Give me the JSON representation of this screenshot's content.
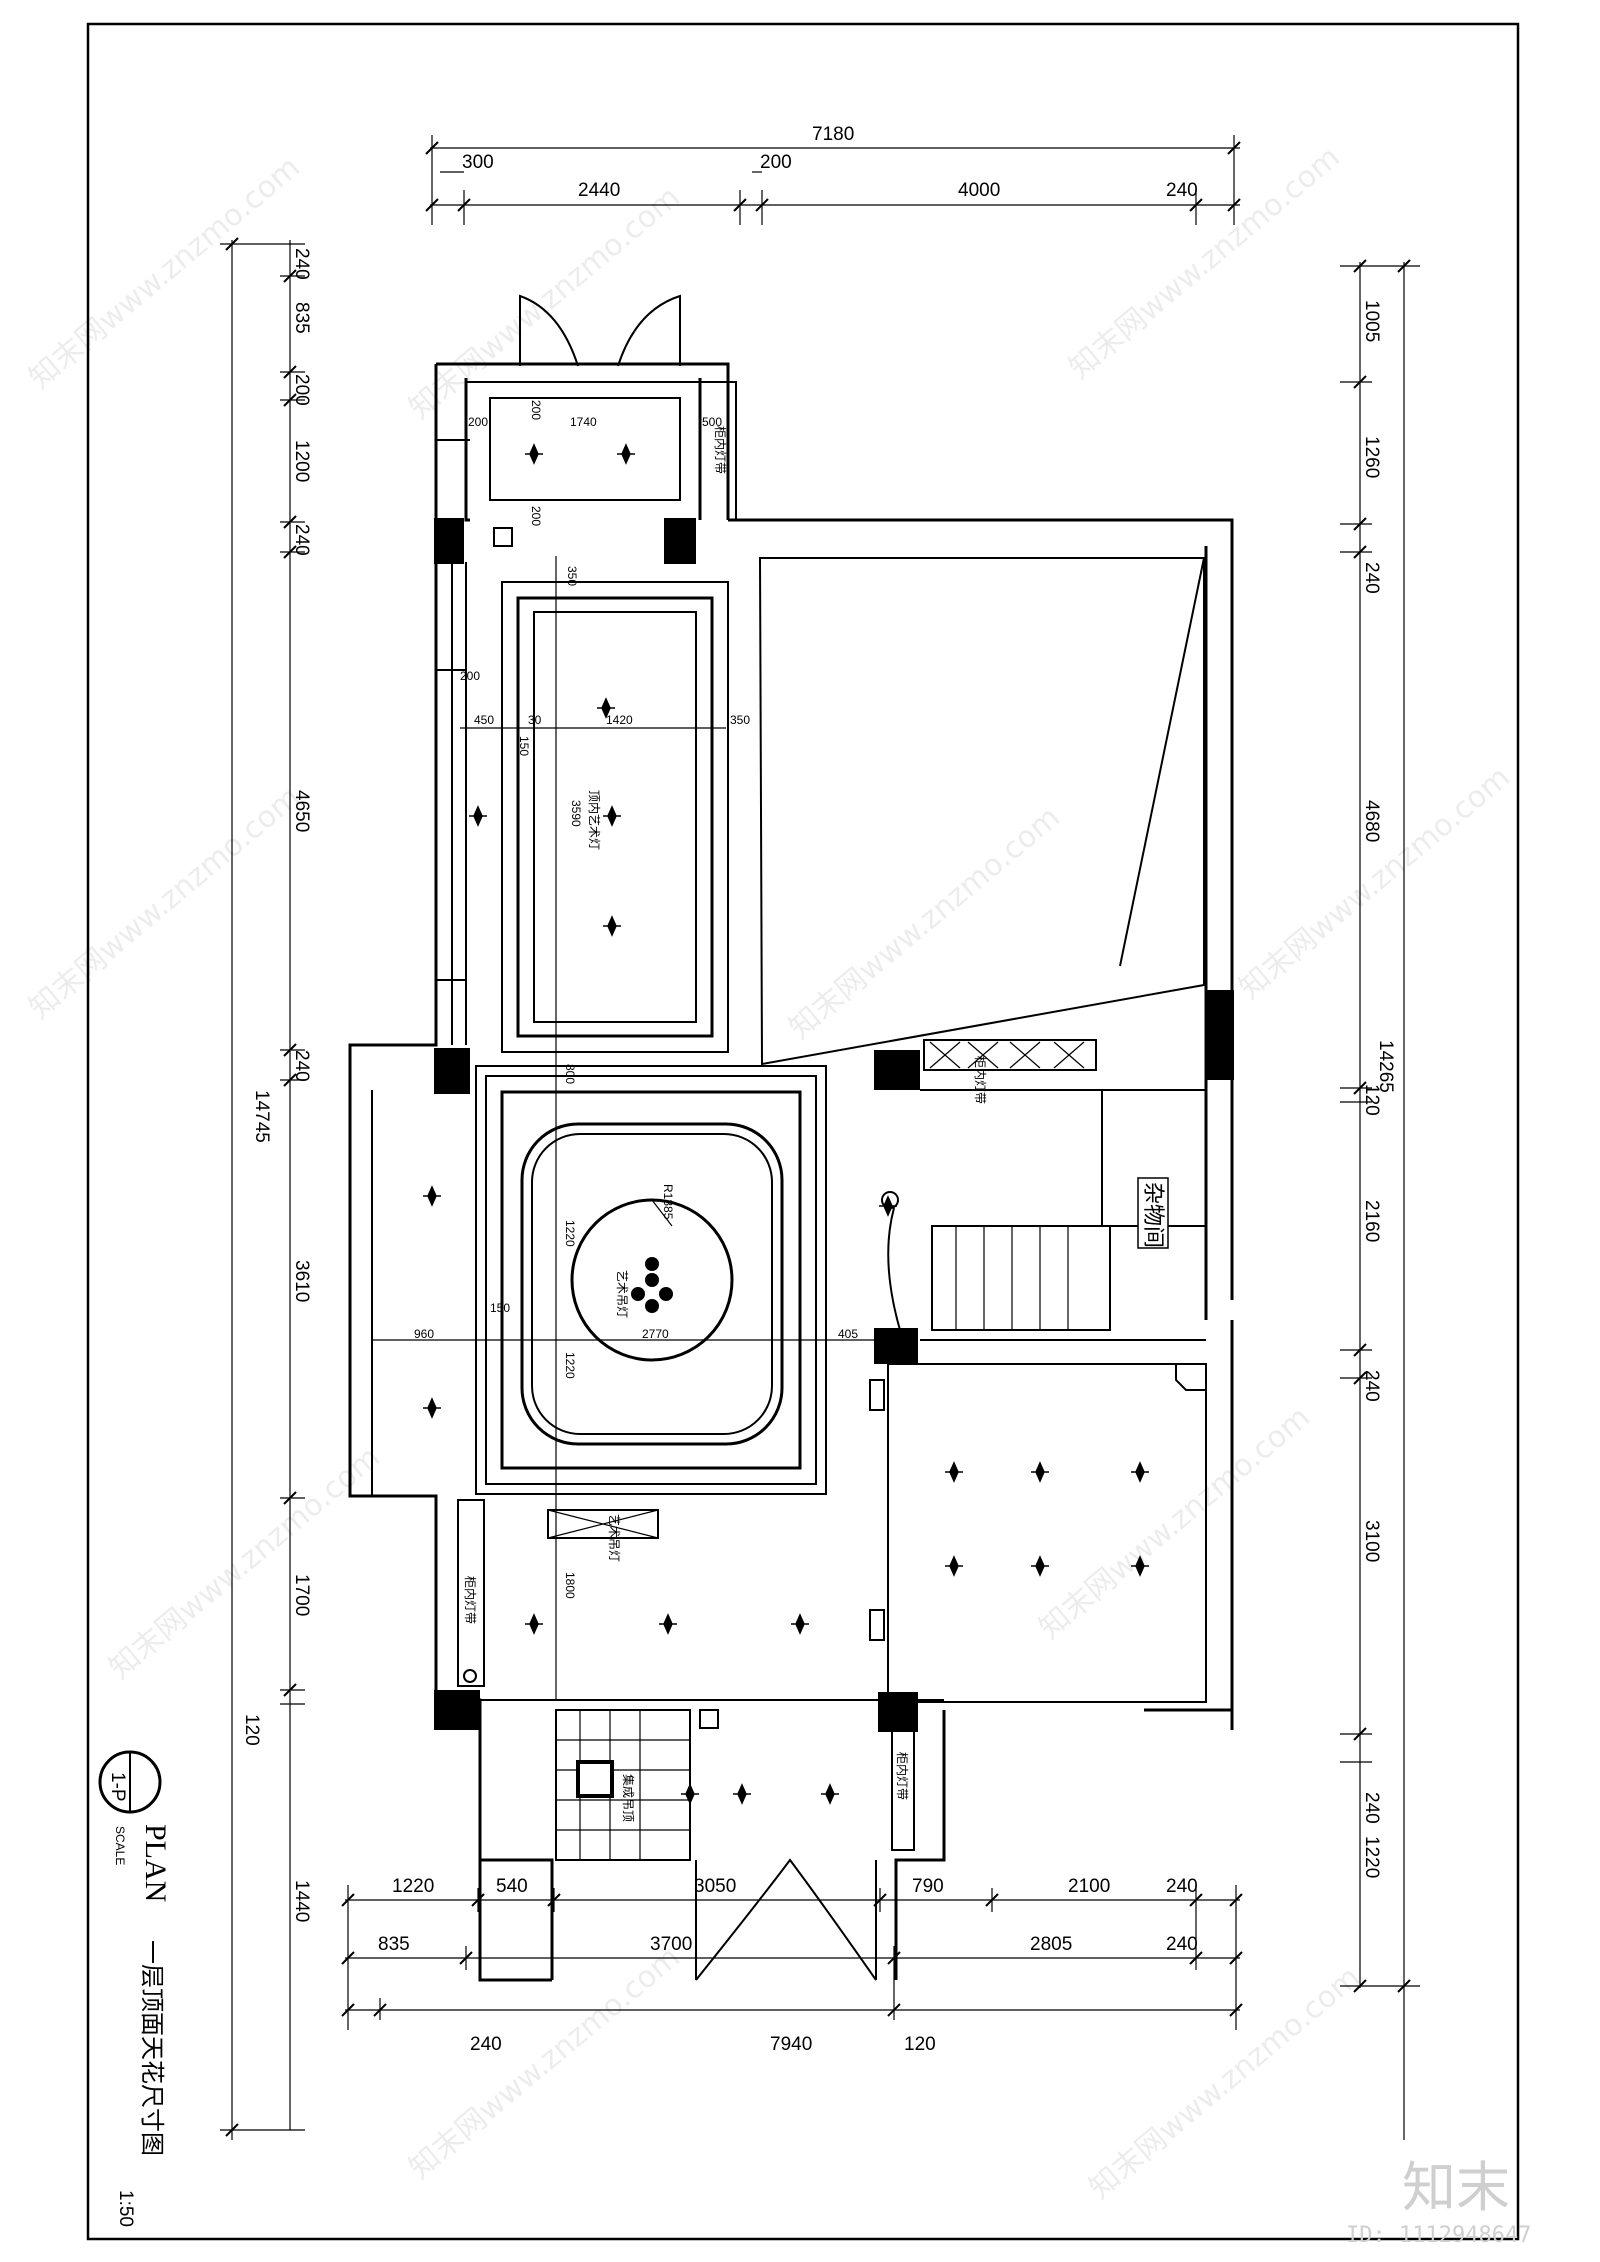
{
  "drawing": {
    "title_cn": "一层顶面天花尺寸图",
    "plan_label": "PLAN",
    "scale_label": "SCALE",
    "scale_value": "1:50",
    "sheet_tag": "1-P"
  },
  "top_dims": {
    "overall": "7180",
    "row": [
      "300",
      "2440",
      "200",
      "4000",
      "240"
    ]
  },
  "bottom_dims": {
    "row1": [
      "1220",
      "540",
      "3050",
      "790",
      "2100",
      "240"
    ],
    "row2": [
      "835",
      "3700",
      "2805",
      "240"
    ],
    "row3": [
      "240",
      "7940",
      "120"
    ]
  },
  "left_dims": {
    "overall": "14745",
    "row": [
      "240",
      "835",
      "200",
      "1200",
      "240",
      "4650",
      "240",
      "3610",
      "1700",
      "120",
      "1440"
    ]
  },
  "right_dims": {
    "overall": "14265",
    "row": [
      "1005",
      "1260",
      "240",
      "4680",
      "120",
      "2160",
      "240",
      "3100",
      "240",
      "1220"
    ]
  },
  "interior_dims": {
    "porch_w": "1740",
    "porch_a": "200",
    "porch_b": "500",
    "porch_c": "200",
    "porch_d": "200",
    "hall_w": "1420",
    "hall_l": "450",
    "hall_m": "30",
    "hall_r": "350",
    "hall_h": "3590",
    "hall_side": "150",
    "hall_top": "350",
    "hall_200": "200",
    "liv_w": "2770",
    "liv_h": "1220",
    "liv_h2": "1220",
    "liv_l": "960",
    "liv_r": "405",
    "liv_150": "150",
    "liv_800": "800",
    "liv_1800": "1800",
    "liv_radius": "R1385"
  },
  "labels": {
    "storage": "杂物间",
    "cabinet_light": "柜内灯带",
    "art_lamp": "艺术吊灯",
    "hall_art": "顶内艺术灯",
    "entry_lamp": "集成吊顶"
  },
  "branding": {
    "watermark": "知末网www.znzmo.com",
    "logo": "知末",
    "id": "ID: 1112948647"
  }
}
